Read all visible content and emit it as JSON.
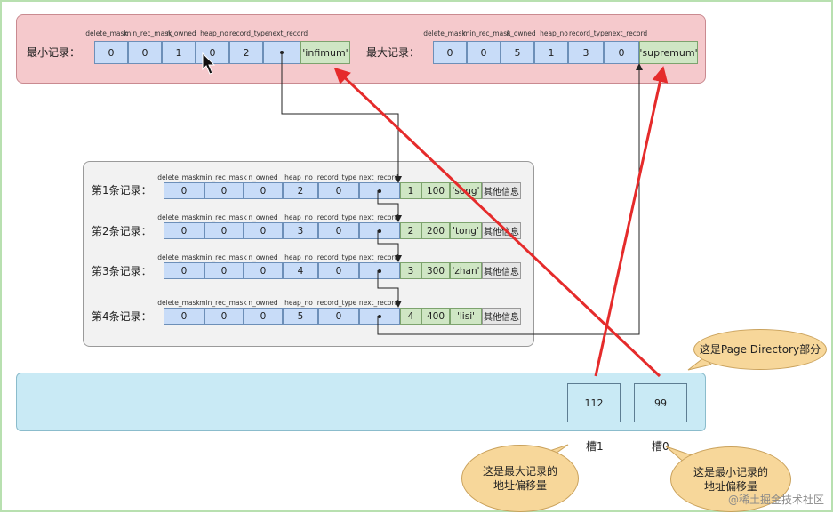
{
  "infimum": {
    "label": "最小记录：",
    "headers": [
      "delete_mask",
      "min_rec_mask",
      "n_owned",
      "heap_no",
      "record_type",
      "next_record"
    ],
    "values": [
      "0",
      "0",
      "1",
      "0",
      "2"
    ],
    "name": "'infimum'"
  },
  "supremum": {
    "label": "最大记录：",
    "headers": [
      "delete_mask",
      "min_rec_mask",
      "n_owned",
      "heap_no",
      "record_type",
      "next_record"
    ],
    "values": [
      "0",
      "0",
      "5",
      "1",
      "3",
      "0"
    ],
    "name": "'supremum'"
  },
  "records": [
    {
      "label": "第1条记录：",
      "values": [
        "0",
        "0",
        "0",
        "2",
        "0"
      ],
      "id": "1",
      "num": "100",
      "name": "'song'",
      "other": "其他信息"
    },
    {
      "label": "第2条记录：",
      "values": [
        "0",
        "0",
        "0",
        "3",
        "0"
      ],
      "id": "2",
      "num": "200",
      "name": "'tong'",
      "other": "其他信息"
    },
    {
      "label": "第3条记录：",
      "values": [
        "0",
        "0",
        "0",
        "4",
        "0"
      ],
      "id": "3",
      "num": "300",
      "name": "'zhan'",
      "other": "其他信息"
    },
    {
      "label": "第4条记录：",
      "values": [
        "0",
        "0",
        "0",
        "5",
        "0"
      ],
      "id": "4",
      "num": "400",
      "name": "'lisi'",
      "other": "其他信息"
    }
  ],
  "record_headers": [
    "delete_mask",
    "min_rec_mask",
    "n_owned",
    "heap_no",
    "record_type",
    "next_record"
  ],
  "slots": [
    {
      "value": "112",
      "label": "槽1"
    },
    {
      "value": "99",
      "label": "槽0"
    }
  ],
  "bubbles": {
    "page_directory": "这是Page Directory部分",
    "max_offset": "这是最大记录的地址偏移量",
    "min_offset": "这是最小记录的地址偏移量"
  },
  "watermark": "@稀土掘金技术社区",
  "colors": {
    "arrow": "#e52b2b",
    "top_panel": "#f5c9cc",
    "bottom_panel": "#c9eaf5"
  }
}
